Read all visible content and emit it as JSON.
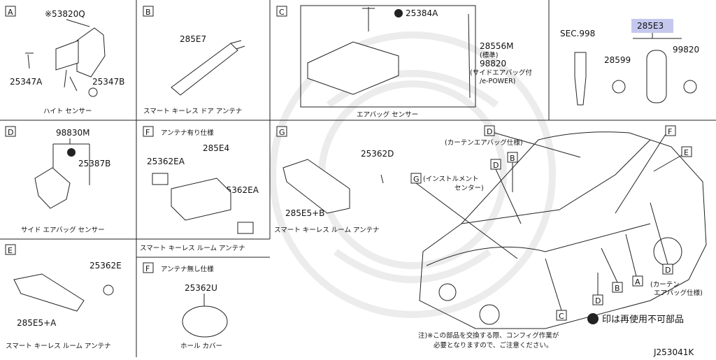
{
  "drawing_id": "J253041K",
  "legend_text": "印は再使用不可部品",
  "note_lines": [
    "注)※この部品を交換する際、コンフィグ作業が",
    "必要となりますので、ご注意ください。"
  ],
  "panels": {
    "A": {
      "tag": "A",
      "caption": "ハイト センサー",
      "parts": [
        "※53820Q",
        "25347A",
        "25347B"
      ]
    },
    "B": {
      "tag": "B",
      "caption": "スマート キーレス ドア アンテナ",
      "parts": [
        "285E7"
      ]
    },
    "C": {
      "tag": "C",
      "caption": "エアバッグ センサー",
      "parts": [
        "25384A",
        "28556M",
        "(標準)",
        "98820",
        "(サイドエアバッグ付",
        "/e-POWER)"
      ]
    },
    "key": {
      "parts": [
        "SEC.998",
        "285E3",
        "28599",
        "99820"
      ]
    },
    "D": {
      "tag": "D",
      "caption": "サイド エアバッグ センサー",
      "parts": [
        "98830M",
        "25387B"
      ]
    },
    "F1": {
      "tag": "F",
      "title": "アンテナ有り仕様",
      "caption": "スマート キーレス ルーム アンテナ",
      "parts": [
        "285E4",
        "25362EA",
        "25362EA"
      ]
    },
    "G": {
      "tag": "G",
      "caption": "スマート キーレス ルーム アンテナ",
      "parts": [
        "25362D",
        "285E5+B"
      ]
    },
    "E": {
      "tag": "E",
      "caption": "スマート キーレス ルーム アンテナ",
      "parts": [
        "25362E",
        "285E5+A"
      ]
    },
    "F2": {
      "tag": "F",
      "title": "アンテナ無し仕様",
      "caption": "ホール カバー",
      "parts": [
        "25362U"
      ]
    }
  },
  "car_callouts": [
    {
      "tag": "D",
      "text": "(カーテンエアバッグ仕様)"
    },
    {
      "tag": "G",
      "text": "(インストルメント",
      "text2": "センター)"
    },
    {
      "tag": "D",
      "text": ""
    },
    {
      "tag": "B",
      "text": ""
    },
    {
      "tag": "F",
      "text": ""
    },
    {
      "tag": "E",
      "text": ""
    },
    {
      "tag": "A",
      "text": ""
    },
    {
      "tag": "D",
      "text": "(カーテン",
      "text2": "エアバッグ仕様)"
    },
    {
      "tag": "D",
      "text": ""
    },
    {
      "tag": "B",
      "text": ""
    },
    {
      "tag": "C",
      "text": ""
    }
  ]
}
